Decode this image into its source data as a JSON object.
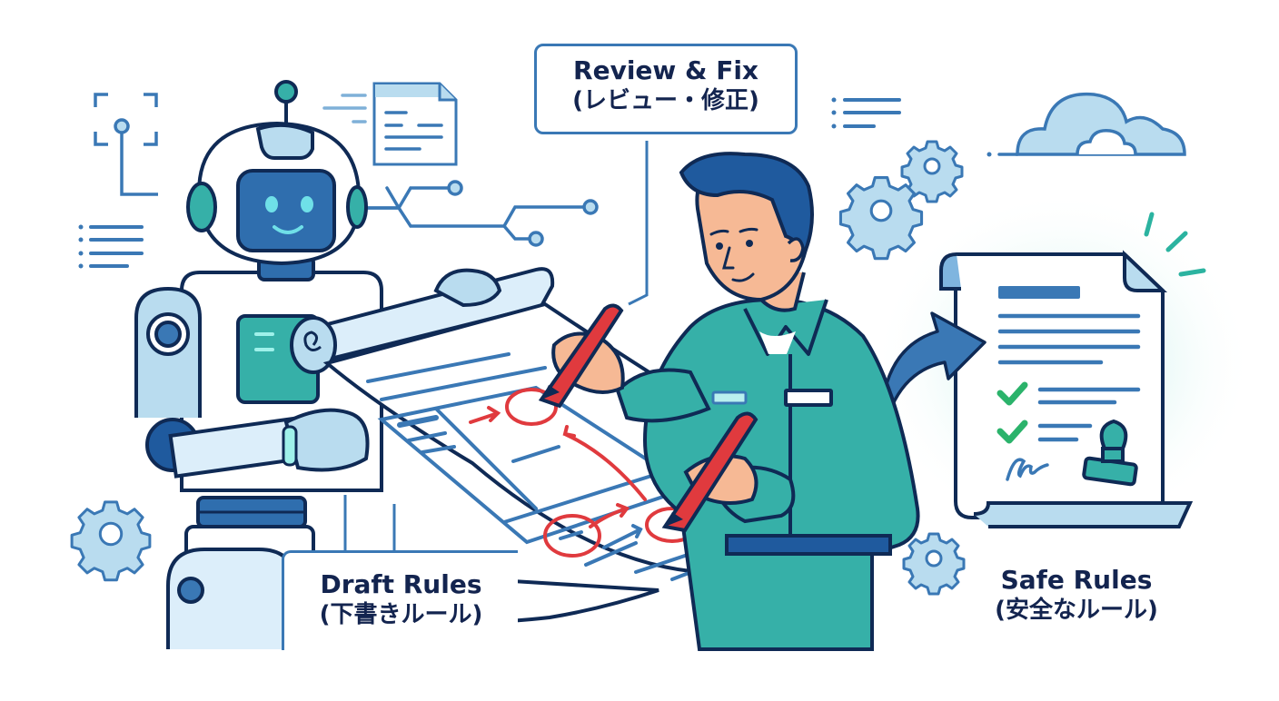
{
  "scene": {
    "description": "Illustration: AI robot drafts rules, human worker reviews and fixes them, resulting in safe approved rules",
    "colors": {
      "outline": "#0f2a55",
      "primary_blue": "#3a78b5",
      "light_blue": "#b9dcef",
      "teal": "#36b0a8",
      "red_markup": "#e03a3e",
      "green_check": "#2bb36b",
      "skin": "#f6b995",
      "text": "#13244f"
    }
  },
  "labels": {
    "review": {
      "en": "Review & Fix",
      "ja": "(レビュー・修正)"
    },
    "draft": {
      "en": "Draft Rules",
      "ja": "(下書きルール)"
    },
    "safe": {
      "en": "Safe Rules",
      "ja": "(安全なルール)"
    }
  },
  "icons": [
    "focus-frame-icon",
    "document-icon",
    "circuit-branch-icon",
    "bullet-list-icon",
    "gear-icon",
    "cloud-icon",
    "arrow-right-icon",
    "checkmark-icon",
    "stamp-icon",
    "signature-icon"
  ]
}
